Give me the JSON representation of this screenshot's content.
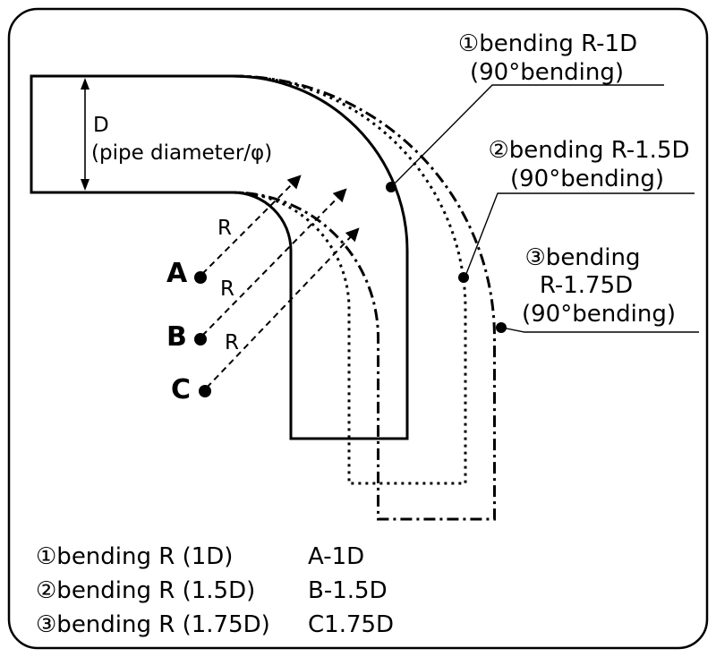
{
  "diagram": {
    "colors": {
      "line": "#000000",
      "background": "#ffffff"
    },
    "dimension": {
      "label": "D",
      "sublabel": "(pipe diameter/φ)"
    },
    "points": {
      "a": "A",
      "b": "B",
      "c": "C"
    },
    "radius_labels": {
      "a": "R",
      "b": "R",
      "c": "R"
    },
    "callout1": {
      "line1": "①bending R-1D",
      "line2": "(90°bending)"
    },
    "callout2": {
      "line1": "②bending R-1.5D",
      "line2": "(90°bending)"
    },
    "callout3": {
      "line1": "③bending",
      "line2": "R-1.75D",
      "line3": "(90°bending)"
    },
    "legend": {
      "row1": {
        "name": "①bending R (1D)",
        "code": "A-1D"
      },
      "row2": {
        "name": "②bending R (1.5D)",
        "code": "B-1.5D"
      },
      "row3": {
        "name": "③bending R (1.75D)",
        "code": "C1.75D"
      }
    }
  }
}
